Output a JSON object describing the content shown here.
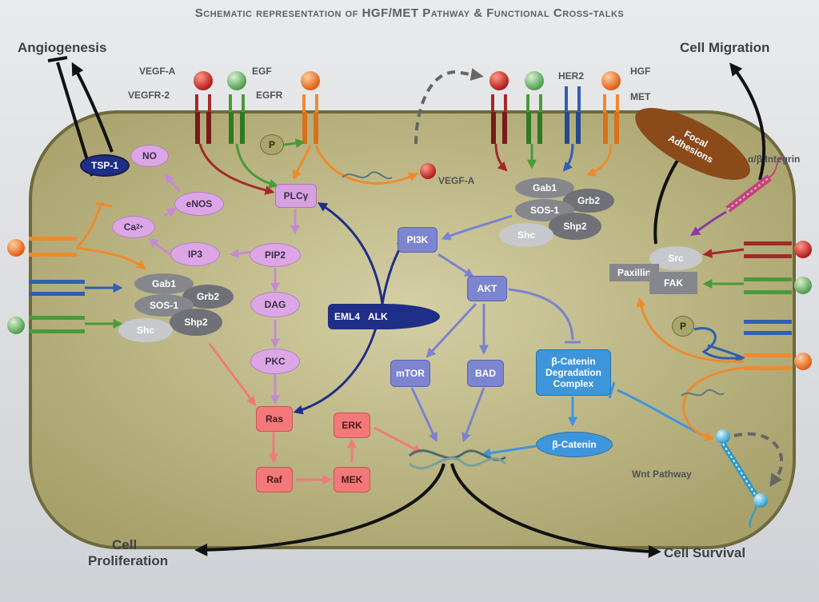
{
  "title": "Schematic representation of HGF/MET Pathway & Functional Cross-talks",
  "outcomes": {
    "angiogenesis": "Angiogenesis",
    "cell_migration": "Cell Migration",
    "cell_proliferation_line1": "Cell",
    "cell_proliferation_line2": "Proliferation",
    "cell_survival": "Cell Survival"
  },
  "receptor_labels": {
    "vegf_a": "VEGF-A",
    "vegfr2": "VEGFR-2",
    "egf": "EGF",
    "egfr": "EGFR",
    "vegf_a_secreted": "VEGF-A",
    "her2": "HER2",
    "hgf": "HGF",
    "met": "MET",
    "integrin": "α/β Integrin",
    "wnt": "Wnt Pathway"
  },
  "nodes": {
    "no": "NO",
    "tsp1": "TSP-1",
    "enos": "eNOS",
    "ca": "Ca",
    "ca_sup": "2+",
    "ip3": "IP3",
    "plcg": "PLCγ",
    "pip2": "PIP2",
    "dag": "DAG",
    "pkc": "PKC",
    "ras": "Ras",
    "raf": "Raf",
    "mek": "MEK",
    "erk": "ERK",
    "eml4": "EML4",
    "alk": "ALK",
    "pi3k": "PI3K",
    "akt": "AKT",
    "mtor": "mTOR",
    "bad": "BAD",
    "bcat_complex_1": "β-Catenin",
    "bcat_complex_2": "Degradation",
    "bcat_complex_3": "Complex",
    "bcat": "β-Catenin",
    "p1": "P",
    "p2": "P",
    "focal_1": "Focal",
    "focal_2": "Adhesions",
    "src": "Src",
    "paxillin": "Paxillin",
    "fak": "FAK",
    "gab1_a": "Gab1",
    "grb2_a": "Grb2",
    "sos1_a": "SOS-1",
    "shp2_a": "Shp2",
    "shc_a": "Shc",
    "gab1_b": "Gab1",
    "grb2_b": "Grb2",
    "sos1_b": "SOS-1",
    "shp2_b": "Shp2",
    "shc_b": "Shc"
  },
  "colors": {
    "vegf": "#a02a2a",
    "egf": "#4a9a3a",
    "her2": "#2f5fb0",
    "hgf": "#ee8a2c",
    "cell": "#b9b280",
    "cell_border": "#6d6a3d"
  }
}
